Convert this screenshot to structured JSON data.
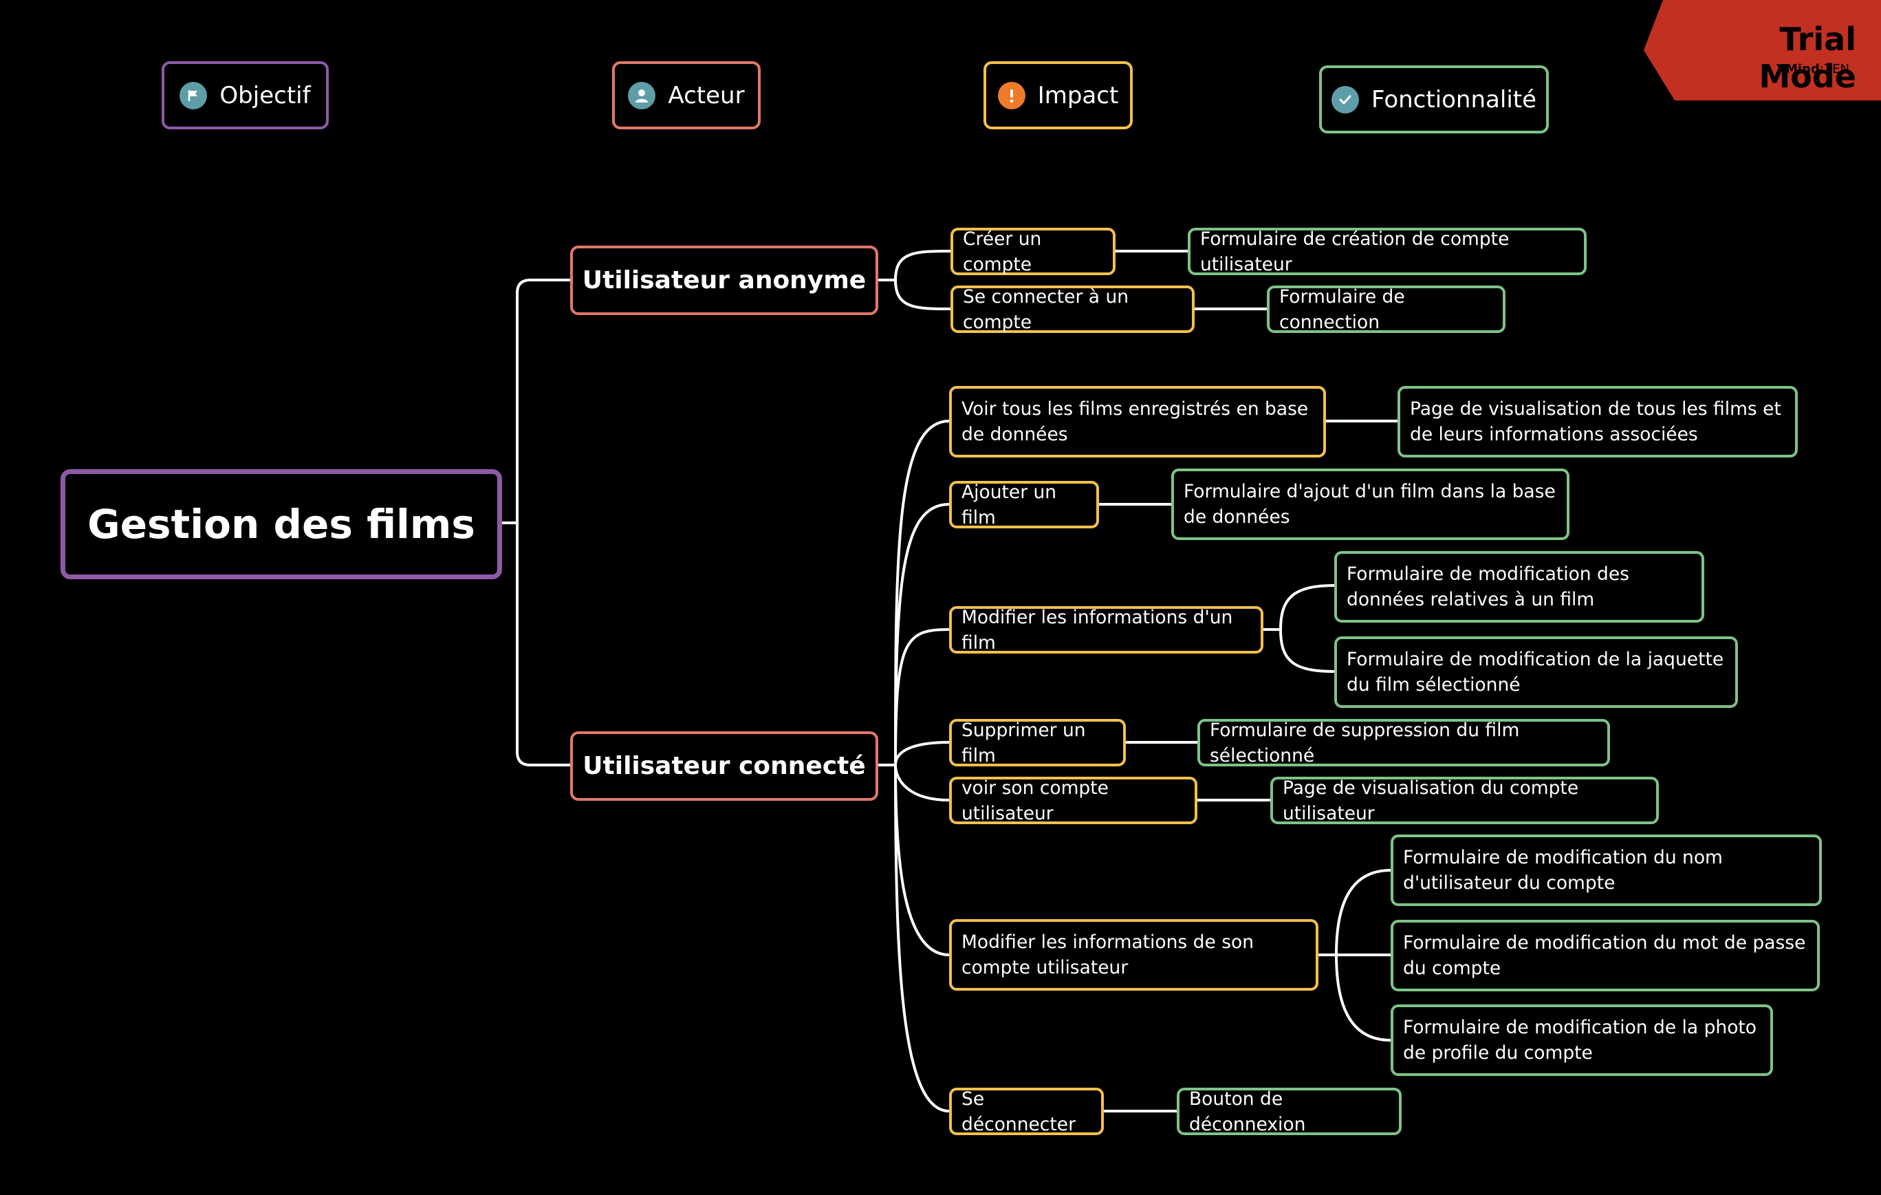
{
  "colors": {
    "background": "#000000",
    "objectif": "#8e5aa6",
    "acteur": "#e0786b",
    "impact": "#f2c04d",
    "fonctionnalite": "#7ec387",
    "trial": "#c23022",
    "link": "#ffffff"
  },
  "legend": {
    "objectif": {
      "label": "Objectif",
      "icon": "flag-icon"
    },
    "acteur": {
      "label": "Acteur",
      "icon": "user-icon"
    },
    "impact": {
      "label": "Impact",
      "icon": "exclamation-icon"
    },
    "fonctionnalite": {
      "label": "Fonctionnalité",
      "icon": "check-icon"
    }
  },
  "trial": {
    "title": "Trial Mode",
    "brand": "XMind",
    "edition": "ZEN"
  },
  "root": {
    "label": "Gestion des films"
  },
  "actors": {
    "anonyme": {
      "label": "Utilisateur anonyme",
      "impacts": [
        {
          "label": "Créer un compte",
          "features": [
            "Formulaire de création de compte utilisateur"
          ]
        },
        {
          "label": "Se connecter à un compte",
          "features": [
            "Formulaire de connection"
          ]
        }
      ]
    },
    "connecte": {
      "label": "Utilisateur connecté",
      "impacts": [
        {
          "label": "Voir tous les films enregistrés en base de données",
          "features": [
            "Page de visualisation de tous les films et de leurs informations associées"
          ]
        },
        {
          "label": "Ajouter un film",
          "features": [
            "Formulaire d'ajout d'un film dans la base de données"
          ]
        },
        {
          "label": "Modifier les informations d'un film",
          "features": [
            "Formulaire de modification des données relatives à un film",
            "Formulaire de modification de la jaquette du film sélectionné"
          ]
        },
        {
          "label": "Supprimer un film",
          "features": [
            "Formulaire de suppression du film sélectionné"
          ]
        },
        {
          "label": "voir son compte utilisateur",
          "features": [
            "Page de visualisation du compte utilisateur"
          ]
        },
        {
          "label": "Modifier les informations de son compte utilisateur",
          "features": [
            "Formulaire de modification du nom d'utilisateur du compte",
            "Formulaire de modification du mot de passe du compte",
            "Formulaire de modification de la photo de profile du compte"
          ]
        },
        {
          "label": "Se déconnecter",
          "features": [
            "Bouton de déconnexion"
          ]
        }
      ]
    }
  }
}
